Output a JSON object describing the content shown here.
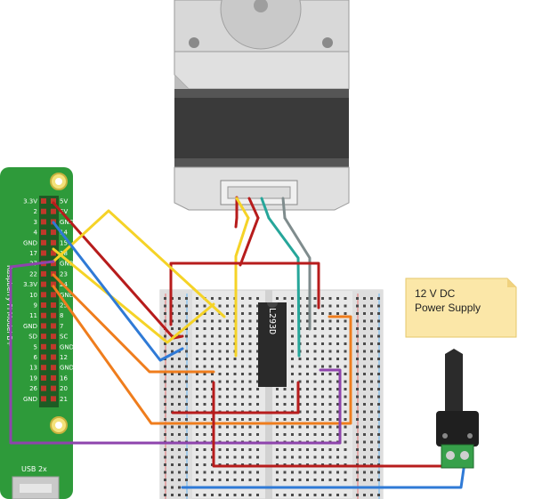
{
  "power_supply_note": {
    "line1": "12 V DC",
    "line2": "Power Supply"
  },
  "chip": {
    "label": "L293D"
  },
  "raspberry_pi": {
    "vertical_label": "Raspberry Pi Model B+",
    "usb_label": "USB 2x",
    "pins_left": [
      "3.3V",
      "2",
      "3",
      "4",
      "GND",
      "17",
      "27",
      "22",
      "3.3V",
      "10",
      "9",
      "11",
      "GND",
      "SD",
      "5",
      "6",
      "13",
      "19",
      "26",
      "GND"
    ],
    "pins_right": [
      "5V",
      "5V",
      "GND",
      "14",
      "15",
      "18",
      "GND",
      "23",
      "24",
      "GND",
      "25",
      "8",
      "7",
      "SC",
      "GND",
      "12",
      "GND",
      "16",
      "20",
      "21"
    ]
  },
  "wire_colors": {
    "red": "#b71c1c",
    "yellow": "#f5d327",
    "blue": "#2f7ad6",
    "orange": "#ef7d1d",
    "purple": "#8e44ad",
    "teal": "#26a69a",
    "gray": "#7f8c8d",
    "board_green": "#2e9a3a"
  }
}
